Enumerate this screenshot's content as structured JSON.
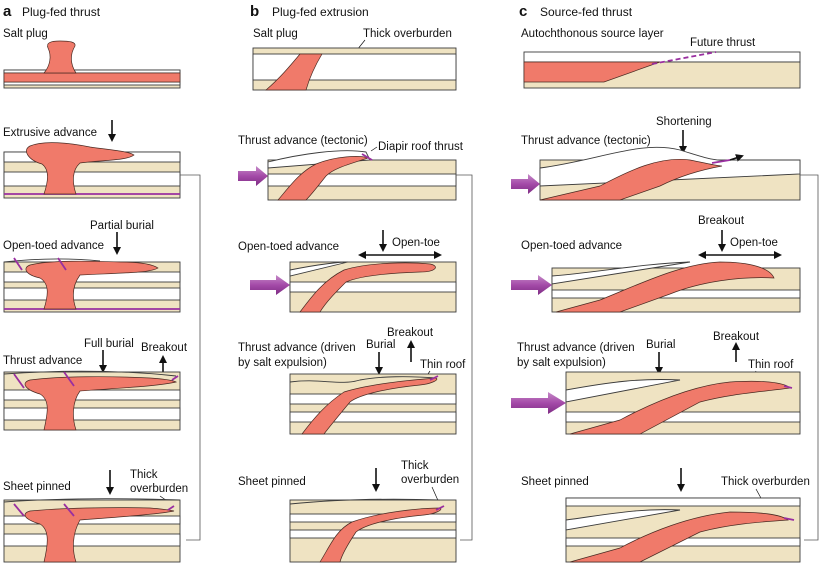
{
  "panels": [
    {
      "letter": "a",
      "title": "Plug-fed thrust",
      "stages": [
        "Salt plug",
        "Extrusive advance",
        "Open-toed advance",
        "Thrust advance",
        "Sheet pinned"
      ],
      "annotations": {
        "partial_burial": "Partial burial",
        "full_burial": "Full burial",
        "breakout": "Breakout",
        "thick": "Thick",
        "overburden": "overburden"
      }
    },
    {
      "letter": "b",
      "title": "Plug-fed extrusion",
      "stages": [
        "Salt plug",
        "Thrust advance (tectonic)",
        "Open-toed advance",
        "Thrust advance (driven",
        "by salt expulsion)",
        "Sheet pinned"
      ],
      "annotations": {
        "thick_overburden": "Thick overburden",
        "diapir_roof_thrust": "Diapir roof thrust",
        "open_toe": "Open-toe",
        "breakout": "Breakout",
        "burial": "Burial",
        "thin_roof": "Thin roof",
        "thick": "Thick",
        "overburden": "overburden"
      }
    },
    {
      "letter": "c",
      "title": "Source-fed thrust",
      "stages": [
        "Autochthonous source layer",
        "Thrust advance (tectonic)",
        "Open-toed advance",
        "Thrust advance (driven",
        "by salt expulsion)",
        "Sheet pinned"
      ],
      "annotations": {
        "future_thrust": "Future thrust",
        "shortening": "Shortening",
        "breakout": "Breakout",
        "open_toe": "Open-toe",
        "burial": "Burial",
        "thin_roof": "Thin roof",
        "thick_overburden": "Thick overburden"
      }
    }
  ],
  "colors": {
    "salt": "#f07a6a",
    "sediment": "#efe3c2",
    "thrust": "#9a2fa0",
    "push_arrow": "#a44aa8"
  }
}
